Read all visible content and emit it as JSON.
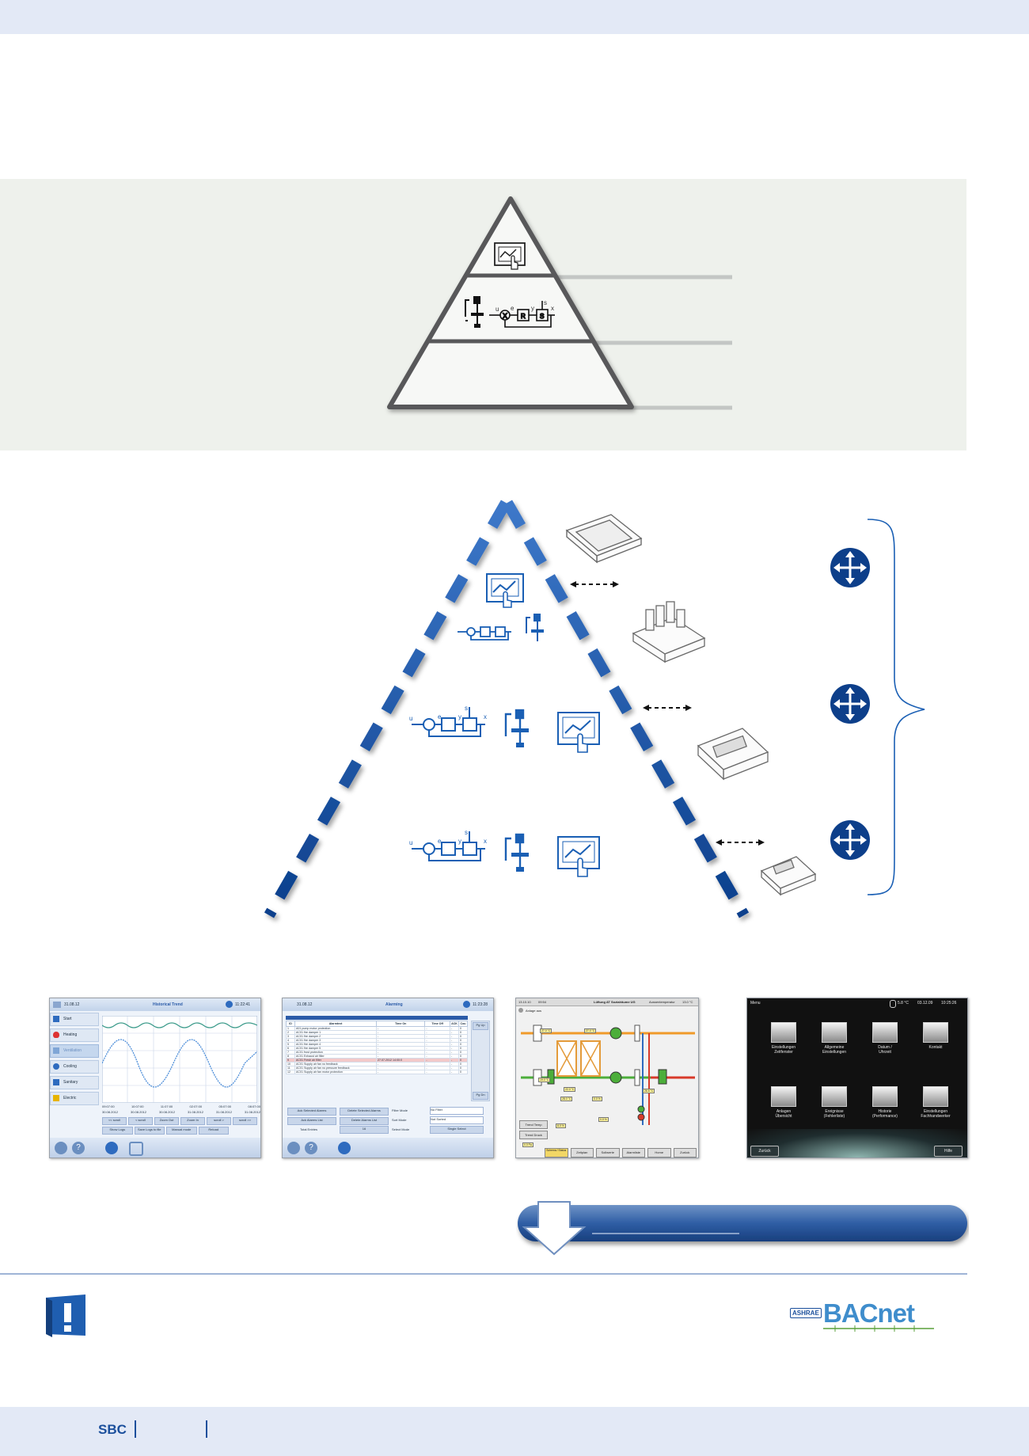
{
  "footer": {
    "brand": "SBC"
  },
  "logo": {
    "ashrae": "ASHRAE",
    "bacnet": "BACnet"
  },
  "control_symbols": {
    "u": "u",
    "e": "e",
    "y": "y",
    "s": "s",
    "x": "x",
    "mixer": "X",
    "controller": "R",
    "system": "S"
  },
  "screens": {
    "trend": {
      "date": "31.08.12",
      "title": "Historical Trend",
      "time": "11:22:41",
      "sidebar": [
        "Start",
        "Heating",
        "Ventilation",
        "Cooling",
        "Sanitary",
        "Electric"
      ],
      "x_times": [
        "09:07:00",
        "10:07:00",
        "11:07:00",
        "02:07:00",
        "05:07:00",
        "08:07:00"
      ],
      "x_dates": [
        "30.08.2012",
        "30.08.2012",
        "30.08.2012",
        "31.08.2012",
        "31.08.2012",
        "31.08.2012"
      ],
      "buttons_row1": [
        "<< scroll",
        "< scroll",
        "Zoom Out",
        "Zoom In",
        "scroll >",
        "scroll >>"
      ],
      "buttons_row2": [
        "Show Logs",
        "Save Logs to file",
        "Manual mode",
        "Reload"
      ]
    },
    "alarm": {
      "date": "31.08.12",
      "title": "Alarming",
      "time": "11:23:28",
      "headers": [
        "ID",
        "Alarmtext",
        "Time On",
        "Time Off",
        "ACK",
        "Cou"
      ],
      "rows": [
        [
          "1",
          "A01 pump motor protection",
          "-",
          "-",
          "-",
          "0"
        ],
        [
          "2",
          "AC01 fire damper 1",
          "-",
          "-",
          "-",
          "0"
        ],
        [
          "3",
          "AC01 fire damper 2",
          "-",
          "-",
          "-",
          "0"
        ],
        [
          "4",
          "AC01 fire damper 3",
          "-",
          "-",
          "-",
          "0"
        ],
        [
          "5",
          "AC01 fire damper 4",
          "-",
          "-",
          "-",
          "0"
        ],
        [
          "6",
          "AC01 fire damper 5",
          "-",
          "-",
          "-",
          "0"
        ],
        [
          "7",
          "AC01 frost protection",
          "-",
          "-",
          "-",
          "0"
        ],
        [
          "8",
          "AC01 Exhaust air filter",
          "-",
          "-",
          "-",
          "0"
        ],
        [
          "9",
          "AC01 Fresh air filter",
          "27.07.2012 14:00:0",
          "-",
          "-",
          "0"
        ],
        [
          "10",
          "AC01 Supply air fan no feedback",
          "-",
          "-",
          "-",
          "0"
        ],
        [
          "11",
          "AC01 Supply air fan no pressure feedback",
          "-",
          "-",
          "-",
          "0"
        ],
        [
          "12",
          "AC01 Supply air fan motor protection",
          "-",
          "-",
          "-",
          "0"
        ]
      ],
      "pg_up": "Pg Up",
      "pg_dn": "Pg Dn",
      "buttons": [
        "Ack Selected Alarms",
        "Delete Selected Alarms",
        "Ack Alarms List",
        "Delete Alarms List"
      ],
      "filter_mode_label": "Filter Mode",
      "filter_mode_value": "No Filter",
      "sort_mode_label": "Sort Mode",
      "sort_mode_value": "Not Sorted",
      "total_entries_label": "Total Entries",
      "total_entries_value": "16",
      "select_mode_label": "Select Mode",
      "select_mode_value": "Single Select"
    },
    "hvac": {
      "date": "13.10.10",
      "time": "09:54",
      "title": "Lüftung AT Sozialräume UG",
      "outside_label": "Aussentemperatur",
      "outside_value": "13.0 °C",
      "status": "Anlage aus",
      "readings": [
        "27.0 °C",
        "27.0 °C",
        "19.0 °C",
        "22.0 °C",
        "28.0 °C",
        "8.0 %",
        "0.0 %",
        "0.0 %",
        "0.0 Pa",
        "0.0 Pa",
        "30.0 %",
        "0.0 %",
        "0.0 %",
        "26.5 °C"
      ],
      "trend_buttons": [
        "Trend Temp",
        "Trend Druck"
      ],
      "tabs": [
        "Schema / Status",
        "Zeitplan",
        "Sollwerte",
        "Alarmliste",
        "Home",
        "Zurück"
      ]
    },
    "menu": {
      "title": "Menu",
      "temp": "5.8 °C",
      "date": "03.12.09",
      "time": "10:25:26",
      "items": [
        [
          "Einstellungen",
          "Zeitfenster"
        ],
        [
          "Allgemeine",
          "Einstellungen"
        ],
        [
          "Datum /",
          "Uhrzeit"
        ],
        [
          "Kontakt"
        ],
        [
          "Anlagen",
          "Übersicht"
        ],
        [
          "Ereignisse",
          "(Fehlerliste)"
        ],
        [
          "Historie",
          "(Performance)"
        ],
        [
          "Einstellungen",
          "Fachhandwerker"
        ]
      ],
      "back": "Zurück",
      "help": "Hilfe"
    }
  }
}
